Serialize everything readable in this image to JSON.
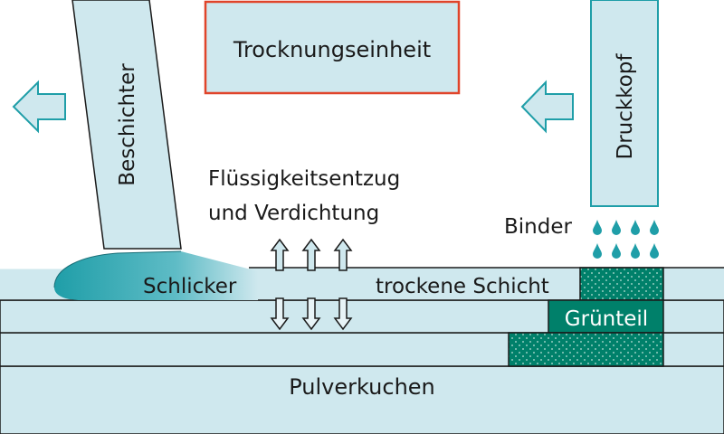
{
  "labels": {
    "drying_unit": "Trocknungseinheit",
    "coater": "Beschichter",
    "print_head": "Druckkopf",
    "liquid_removal_line1": "Flüssigkeitsentzug",
    "liquid_removal_line2": "und Verdichtung",
    "binder": "Binder",
    "slurry": "Schlicker",
    "dry_layer": "trockene Schicht",
    "green_part": "Grünteil",
    "powder_cake": "Pulverkuchen"
  },
  "colors": {
    "layer_fill": "#cfe8ee",
    "outline": "#1a1a1a",
    "teal": "#1f9ea8",
    "green_part": "#00806a",
    "drying_border": "#e0442a",
    "arrow_fill": "#cfe8ee",
    "arrow_stroke": "#1f9ea8"
  }
}
